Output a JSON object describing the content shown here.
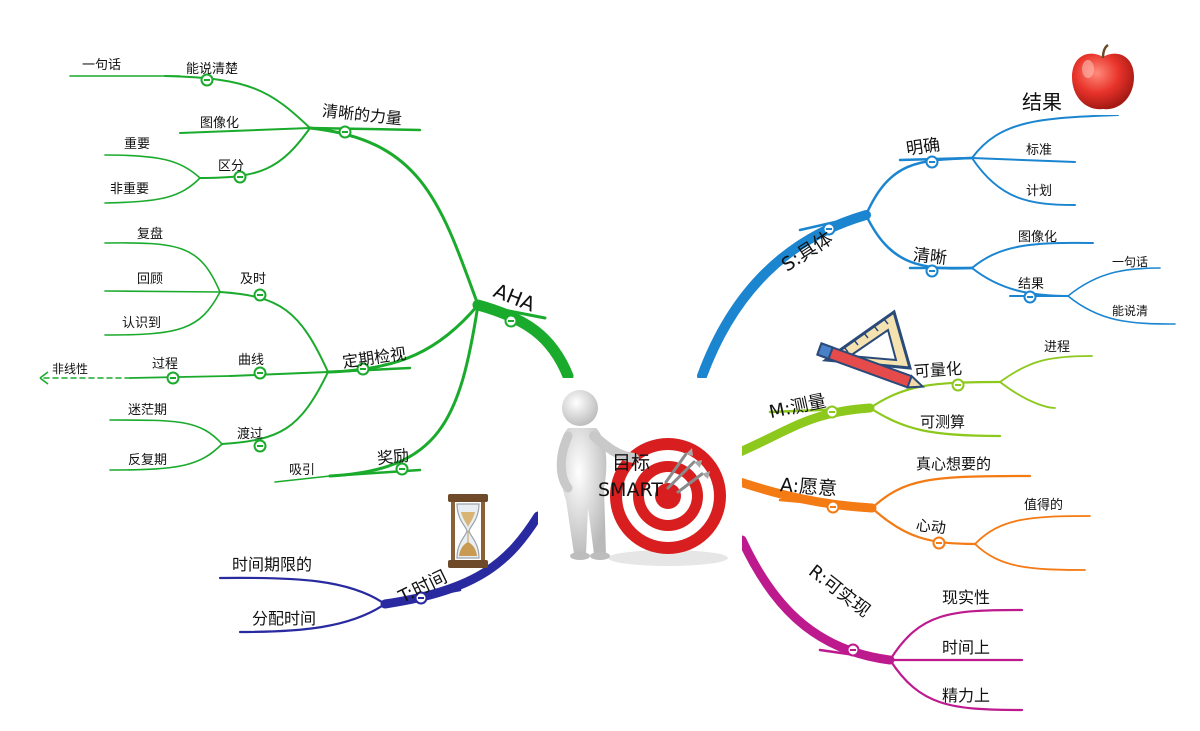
{
  "center": {
    "title_line1": "目标",
    "title_line2": "SMART"
  },
  "colors": {
    "green": "#1aaa2c",
    "blue": "#1b85d0",
    "lime": "#8dc81c",
    "orange": "#f47a14",
    "magenta": "#bd1a8e",
    "navy": "#2a2aa0"
  },
  "branches": {
    "aha": {
      "label": "AHA",
      "clarity": {
        "label": "清晰的力量",
        "speak": {
          "label": "能说清楚",
          "child": "一句话"
        },
        "visual": "图像化",
        "distinguish": {
          "label": "区分",
          "a": "重要",
          "b": "非重要"
        }
      },
      "review": {
        "label": "定期检视",
        "timely": {
          "label": "及时",
          "a": "复盘",
          "b": "回顾",
          "c": "认识到"
        },
        "curve": {
          "label": "曲线",
          "process": "过程",
          "nonlinear": "非线性"
        },
        "transition": {
          "label": "渡过",
          "a": "迷茫期",
          "b": "反复期"
        }
      },
      "reward": {
        "label": "奖励",
        "child": "吸引"
      }
    },
    "s": {
      "label": "S:具体",
      "clear": {
        "label": "明确",
        "a": "结果",
        "b": "标准",
        "c": "计划"
      },
      "distinct": {
        "label": "清晰",
        "a": "图像化",
        "result": {
          "label": "结果",
          "a": "一句话",
          "b": "能说清"
        }
      }
    },
    "m": {
      "label": "M:测量",
      "quant": {
        "label": "可量化",
        "child": "进程"
      },
      "measurable": "可测算"
    },
    "a": {
      "label": "A:愿意",
      "want": "真心想要的",
      "motive": {
        "label": "心动",
        "child": "值得的"
      }
    },
    "r": {
      "label": "R:可实现",
      "a": "现实性",
      "b": "时间上",
      "c": "精力上"
    },
    "t": {
      "label": "T:时间",
      "a": "时间期限的",
      "b": "分配时间"
    }
  },
  "icons": [
    "apple-icon",
    "set-square-ruler-icon",
    "hourglass-icon",
    "target-dartboard-icon",
    "person-figure-icon"
  ]
}
